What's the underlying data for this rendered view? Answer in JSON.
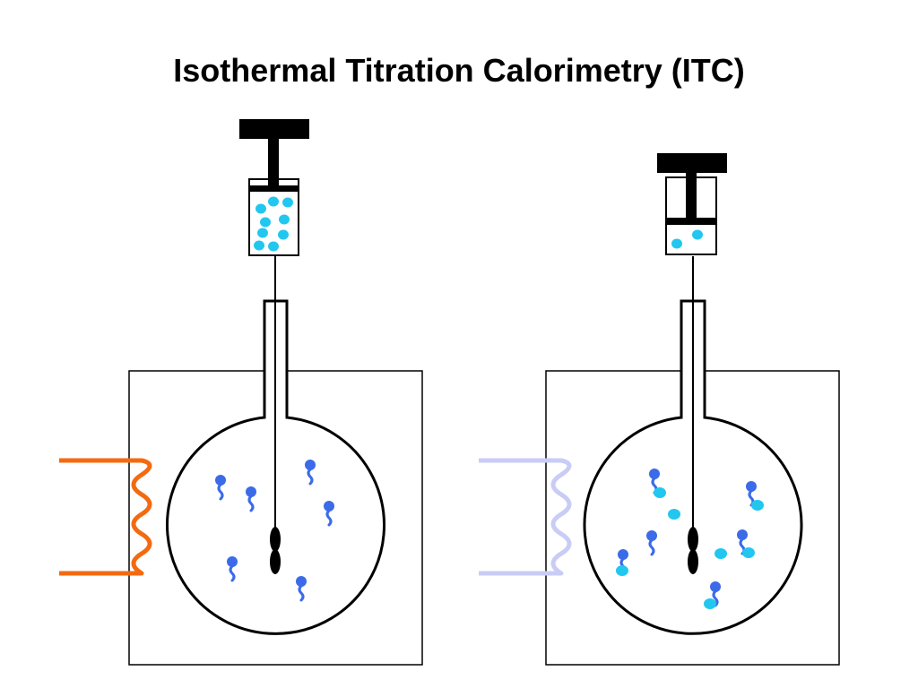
{
  "title": "Isothermal Titration Calorimetry (ITC)",
  "colors": {
    "ligand": "#22C7EF",
    "macromolecule": "#3B6BE8",
    "heater_active": "#F36A10",
    "heater_idle": "#C9CCF5",
    "outline": "#000000"
  },
  "panels": [
    {
      "id": "before",
      "heater_state": "active"
    },
    {
      "id": "after",
      "heater_state": "idle"
    }
  ],
  "icons": [
    "syringe-icon",
    "plunger-icon",
    "stirrer-icon",
    "heater-coil-icon",
    "ligand-icon",
    "macromolecule-icon"
  ]
}
